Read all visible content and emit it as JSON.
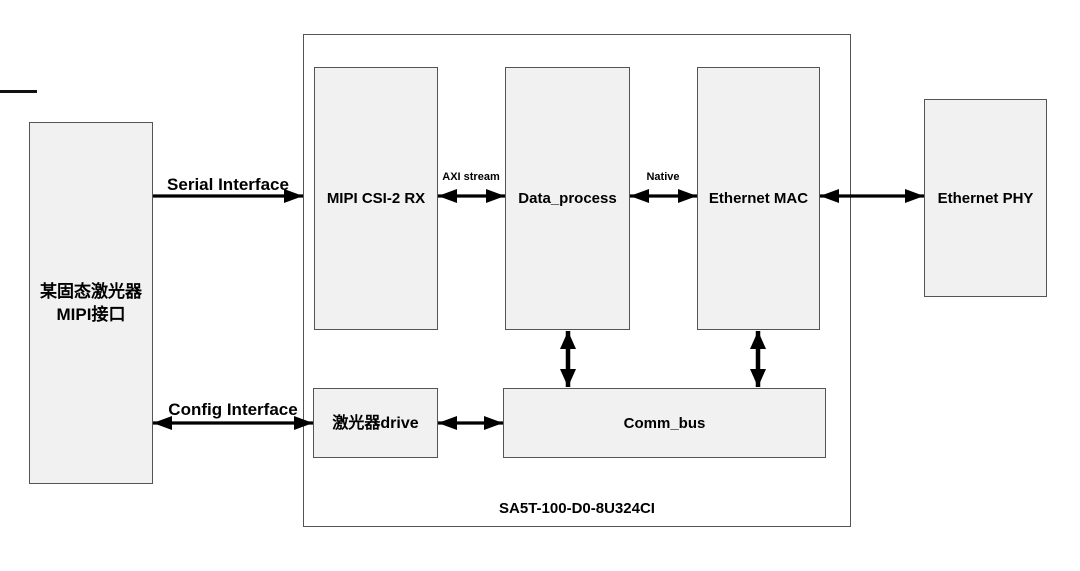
{
  "diagram": {
    "blocks": {
      "laser": {
        "line1": "某固态激光器",
        "line2": "MIPI接口"
      },
      "mipi_csi2_rx": "MIPI CSI-2 RX",
      "data_process": "Data_process",
      "ethernet_mac": "Ethernet MAC",
      "ethernet_phy": "Ethernet PHY",
      "laser_drive": "激光器drive",
      "comm_bus": "Comm_bus",
      "fpga_part_number": "SA5T-100-D0-8U324CI"
    },
    "connection_labels": {
      "serial": "Serial Interface",
      "config": "Config Interface",
      "axi": "AXI stream",
      "native": "Native"
    },
    "colors": {
      "block_fill": "#f1f1f1",
      "block_border": "#545454",
      "arrow": "#000000",
      "text": "#000000",
      "background": "#ffffff"
    }
  }
}
